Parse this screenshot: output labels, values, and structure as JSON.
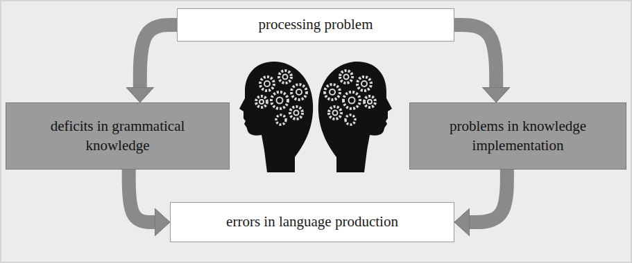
{
  "diagram": {
    "nodes": [
      {
        "text": [
          "processing problem"
        ]
      },
      {
        "text": [
          "deficits in grammatical knowledge"
        ]
      },
      {
        "text": [
          "problems in knowledge implementation"
        ]
      },
      {
        "text": [
          "errors in language production"
        ]
      }
    ],
    "edges": [
      {
        "from": 0,
        "to": 1,
        "arrow": "to"
      },
      {
        "from": 0,
        "to": 2,
        "arrow": "to"
      },
      {
        "from": 1,
        "to": 3,
        "arrow": "to"
      },
      {
        "from": 2,
        "to": 3,
        "arrow": "to"
      }
    ]
  }
}
